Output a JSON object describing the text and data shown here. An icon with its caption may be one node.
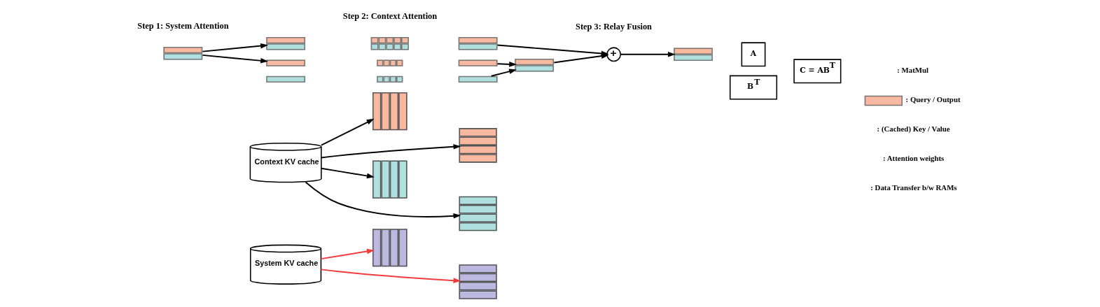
{
  "diagram": {
    "nodes": [
      {
        "text": [
          "System KV cache"
        ]
      },
      {
        "text": [
          "Context KV cache"
        ]
      },
      {
        "text": [],
        "shape": "bar"
      },
      {
        "text": [],
        "shape": "bar"
      },
      {
        "text": [],
        "shape": "box"
      },
      {
        "text": [],
        "shape": "bar"
      },
      {
        "text": [],
        "shape": "box"
      },
      {
        "text": [],
        "shape": "bar"
      },
      {
        "text": [],
        "shape": "bar"
      },
      {
        "text": [],
        "shape": "box"
      },
      {
        "text": [],
        "shape": "bar"
      },
      {
        "text": [],
        "shape": "box"
      },
      {
        "text": [],
        "shape": "bar"
      },
      {
        "text": [],
        "shape": "bar"
      },
      {
        "text": [],
        "shape": "box"
      },
      {
        "text": [],
        "shape": "bar"
      },
      {
        "text": [],
        "shape": "box"
      },
      {
        "text": [],
        "shape": "bar"
      },
      {
        "text": [],
        "shape": "bar"
      },
      {
        "text": [
          "+"
        ]
      },
      {
        "text": [],
        "shape": "bar"
      },
      {
        "text": [
          "B$^{T}$"
        ]
      },
      {
        "text": [
          "A"
        ]
      },
      {
        "text": [
          "C = AB$^{T}$"
        ]
      }
    ],
    "edges": [
      {
        "from": 2,
        "to": 3,
        "arrow": "to"
      },
      {
        "from": 2,
        "to": 8,
        "arrow": "to"
      },
      {
        "from": 0,
        "to": 4,
        "arrow": "to",
        "color": "#f03c3c"
      },
      {
        "from": 0,
        "to": 6,
        "arrow": "to",
        "color": "#f03c3c"
      },
      {
        "from": 1,
        "to": 9,
        "arrow": "to"
      },
      {
        "from": 1,
        "to": 11,
        "arrow": "to"
      },
      {
        "from": 1,
        "to": 14,
        "arrow": "to"
      },
      {
        "from": 1,
        "to": 16,
        "arrow": "to"
      },
      {
        "from": 12,
        "to": 18,
        "arrow": "to"
      },
      {
        "from": 17,
        "to": 18,
        "arrow": "to"
      },
      {
        "from": 18,
        "to": 19,
        "arrow": "to"
      },
      {
        "from": 7,
        "to": 19,
        "arrow": "to"
      },
      {
        "from": 19,
        "to": 20,
        "arrow": "to"
      }
    ],
    "labels": [
      "Step 1: System Attention",
      "Step 2: Context Attention",
      "Step 3: Relay Fusion"
    ],
    "legend": [
      {
        "text": ": MatMul"
      },
      {
        "text": ": Query / Output",
        "color": "#f8b9a0"
      },
      {
        "text": ": (Cached) Key / Value"
      },
      {
        "text": ": Attention weights"
      },
      {
        "text": ": Data Transfer b/w RAMs"
      }
    ]
  }
}
